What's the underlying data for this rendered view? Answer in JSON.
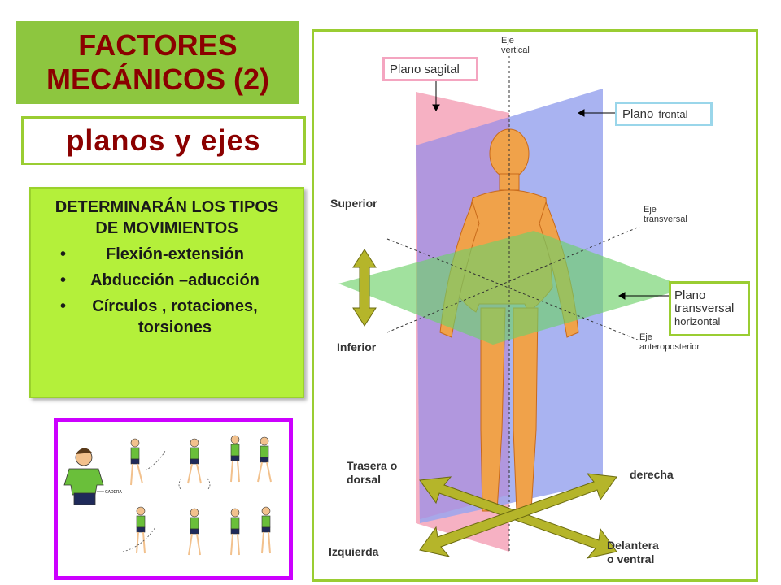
{
  "title": "FACTORES\nMECÁNICOS (2)",
  "subtitle": "planos y ejes",
  "box": {
    "heading": "DETERMINARÁN LOS TIPOS DE MOVIMIENTOS",
    "items": [
      "Flexión-extensión",
      "Abducción –aducción",
      "Círculos , rotaciones, torsiones"
    ]
  },
  "exercise": {
    "cadera_label": "CADERA"
  },
  "diagram": {
    "eje_vertical": "Eje\nvertical",
    "plano_sagital": "Plano sagital",
    "plano": "Plano",
    "frontal": "frontal",
    "superior": "Superior",
    "eje_transversal": "Eje\ntransversal",
    "plano_transversal": "Plano\ntransversal",
    "horizontal": "horizontal",
    "inferior": "Inferior",
    "eje_anteroposterior": "Eje\nanteroposterior",
    "trasera": "Trasera o\ndorsal",
    "derecha": "derecha",
    "izquierda": "Izquierda",
    "delantera": "Delantera\no ventral"
  },
  "colors": {
    "title_bg": "#8dc63f",
    "title_text": "#8b0000",
    "box_bg": "#b4f03a",
    "frame": "#9acd32",
    "exercise_border": "#cc00ff"
  }
}
